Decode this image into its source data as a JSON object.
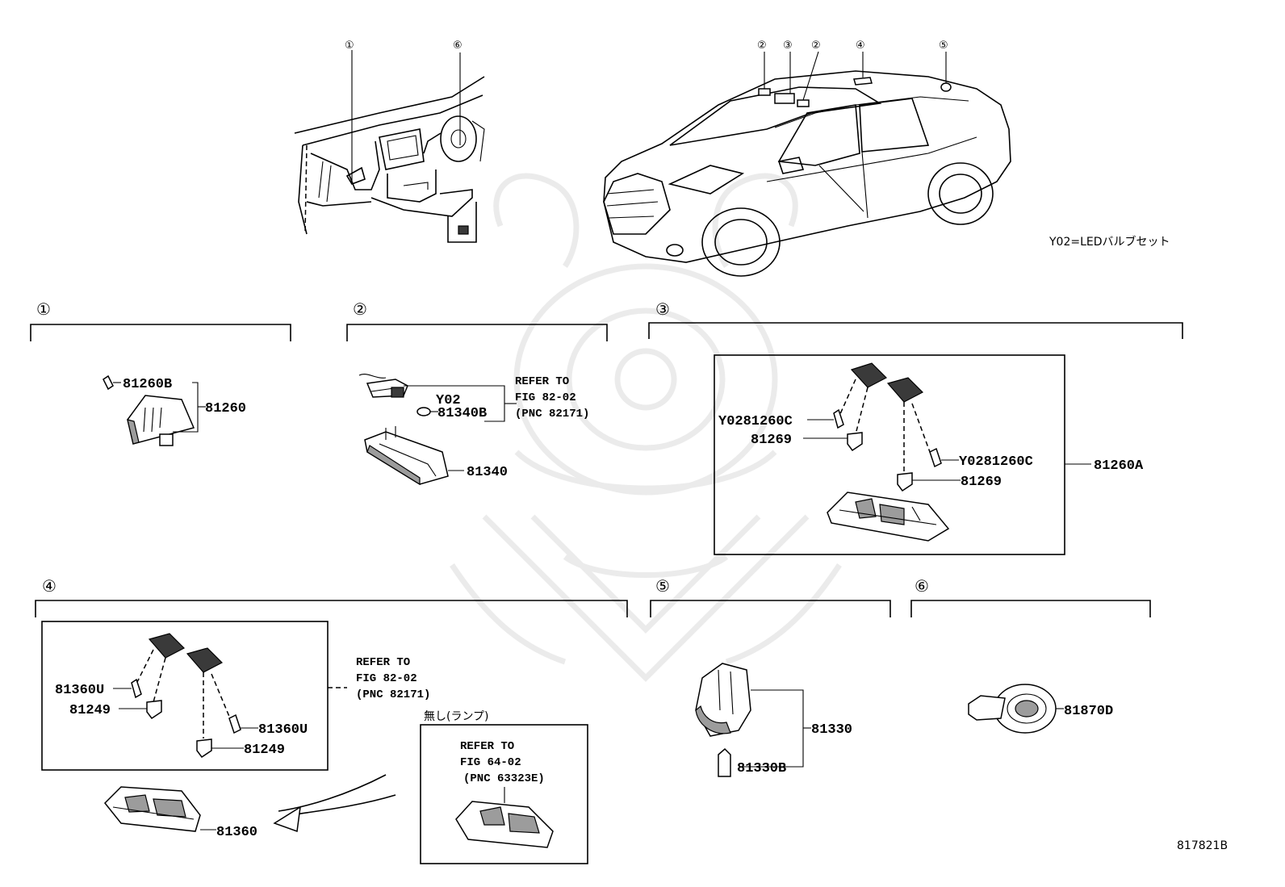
{
  "note": "Y02=LEDバルブセット",
  "diagram_code": "817821B",
  "callouts": {
    "c1": "①",
    "c2": "②",
    "c3": "③",
    "c4": "④",
    "c5": "⑤",
    "c6": "⑥"
  },
  "sections": {
    "s1": {
      "marker": "①",
      "parts": {
        "bulb": "81260B",
        "lamp": "81260"
      }
    },
    "s2": {
      "marker": "②",
      "parts": {
        "y02": "Y02",
        "bulb": "81340B",
        "lamp": "81340"
      },
      "refer": {
        "l1": "REFER TO",
        "l2": "FIG 82-02",
        "l3": "(PNC 82171)"
      }
    },
    "s3": {
      "marker": "③",
      "parts": {
        "bulb_left": "Y0281260C",
        "socket_left": "81269",
        "bulb_right": "Y0281260C",
        "socket_right": "81269",
        "assembly": "81260A"
      }
    },
    "s4": {
      "marker": "④",
      "parts": {
        "bulb_left": "81360U",
        "socket_left": "81249",
        "bulb_right": "81360U",
        "socket_right": "81249",
        "lamp": "81360"
      },
      "refer": {
        "l1": "REFER TO",
        "l2": "FIG 82-02",
        "l3": "(PNC 82171)"
      },
      "alt_label": "無し(ランプ)",
      "alt_refer": {
        "l1": "REFER TO",
        "l2": "FIG 64-02",
        "l3": "(PNC 63323E)"
      }
    },
    "s5": {
      "marker": "⑤",
      "parts": {
        "lamp": "81330",
        "bulb": "81330B"
      }
    },
    "s6": {
      "marker": "⑥",
      "parts": {
        "lamp": "81870D"
      }
    }
  }
}
